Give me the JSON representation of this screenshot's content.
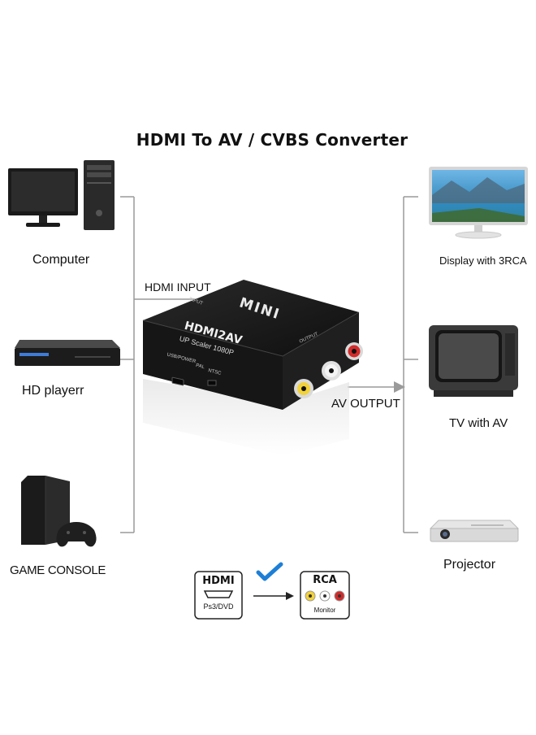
{
  "title": "HDMI To AV / CVBS Converter",
  "sources": [
    {
      "label": "Computer"
    },
    {
      "label": "HD playerr"
    },
    {
      "label": "GAME CONSOLE"
    }
  ],
  "outputs": [
    {
      "label": "Display with 3RCA"
    },
    {
      "label": "TV with AV"
    },
    {
      "label": "Projector"
    }
  ],
  "connections": {
    "input_label": "HDMI INPUT",
    "output_label": "AV OUTPUT"
  },
  "device": {
    "top_logo": "MINI",
    "model": "HDMI2AV",
    "subtitle": "UP Scaler 1080P",
    "input_marking": "INPUT",
    "output_marking": "OUTPUT",
    "usb_marking": "USB/POWER",
    "pal_marking": "PAL",
    "ntsc_marking": "NTSC"
  },
  "badges": {
    "hdmi_title": "HDMI",
    "hdmi_sub": "Ps3/DVD",
    "rca_title": "RCA",
    "rca_sub": "Monitor"
  },
  "colors": {
    "line": "#9a9a9a",
    "check": "#1d7fd6",
    "rca_yellow": "#f2d23a",
    "rca_white": "#e8e8e8",
    "rca_red": "#d22b2b"
  }
}
